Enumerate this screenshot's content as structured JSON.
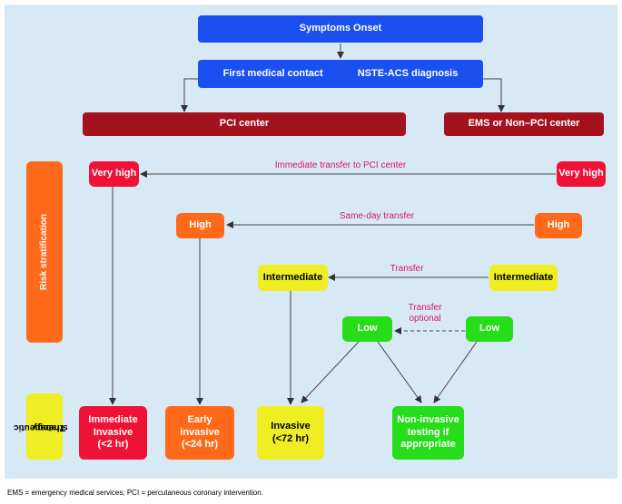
{
  "flow": {
    "symptoms_onset": "Symptoms Onset",
    "first_contact": "First medical contact",
    "diagnosis": "NSTE-ACS diagnosis",
    "pci_center": "PCI center",
    "ems_center": "EMS or Non–PCI center"
  },
  "risk": {
    "side_label": "Risk stratification",
    "very_high": "Very high",
    "high": "High",
    "intermediate": "Intermediate",
    "low": "Low"
  },
  "transfers": {
    "very_high": "Immediate transfer to PCI center",
    "high": "Same-day transfer",
    "intermediate": "Transfer",
    "low_line1": "Transfer",
    "low_line2": "optional"
  },
  "strategy": {
    "side_line1": "Therapeutic",
    "side_line2": "strategy",
    "immediate": [
      "Immediate",
      "Invasive",
      "(<2 hr)"
    ],
    "early": [
      "Early",
      "invasive",
      "(<24 hr)"
    ],
    "invasive": [
      "Invasive",
      "(<72 hr)"
    ],
    "noninvasive": [
      "Non-invasive",
      "testing if",
      "appropriate"
    ]
  },
  "footnote": "EMS = emergency medical services; PCI = percutaneous coronary intervention.",
  "colors": {
    "background": "#d8e9f6",
    "blue": "#1a50f0",
    "dark_red": "#a3121d",
    "red": "#ee1336",
    "orange": "#ff6a1a",
    "yellow": "#eeee22",
    "green": "#26dd1a",
    "transfer_text": "#d81468"
  }
}
